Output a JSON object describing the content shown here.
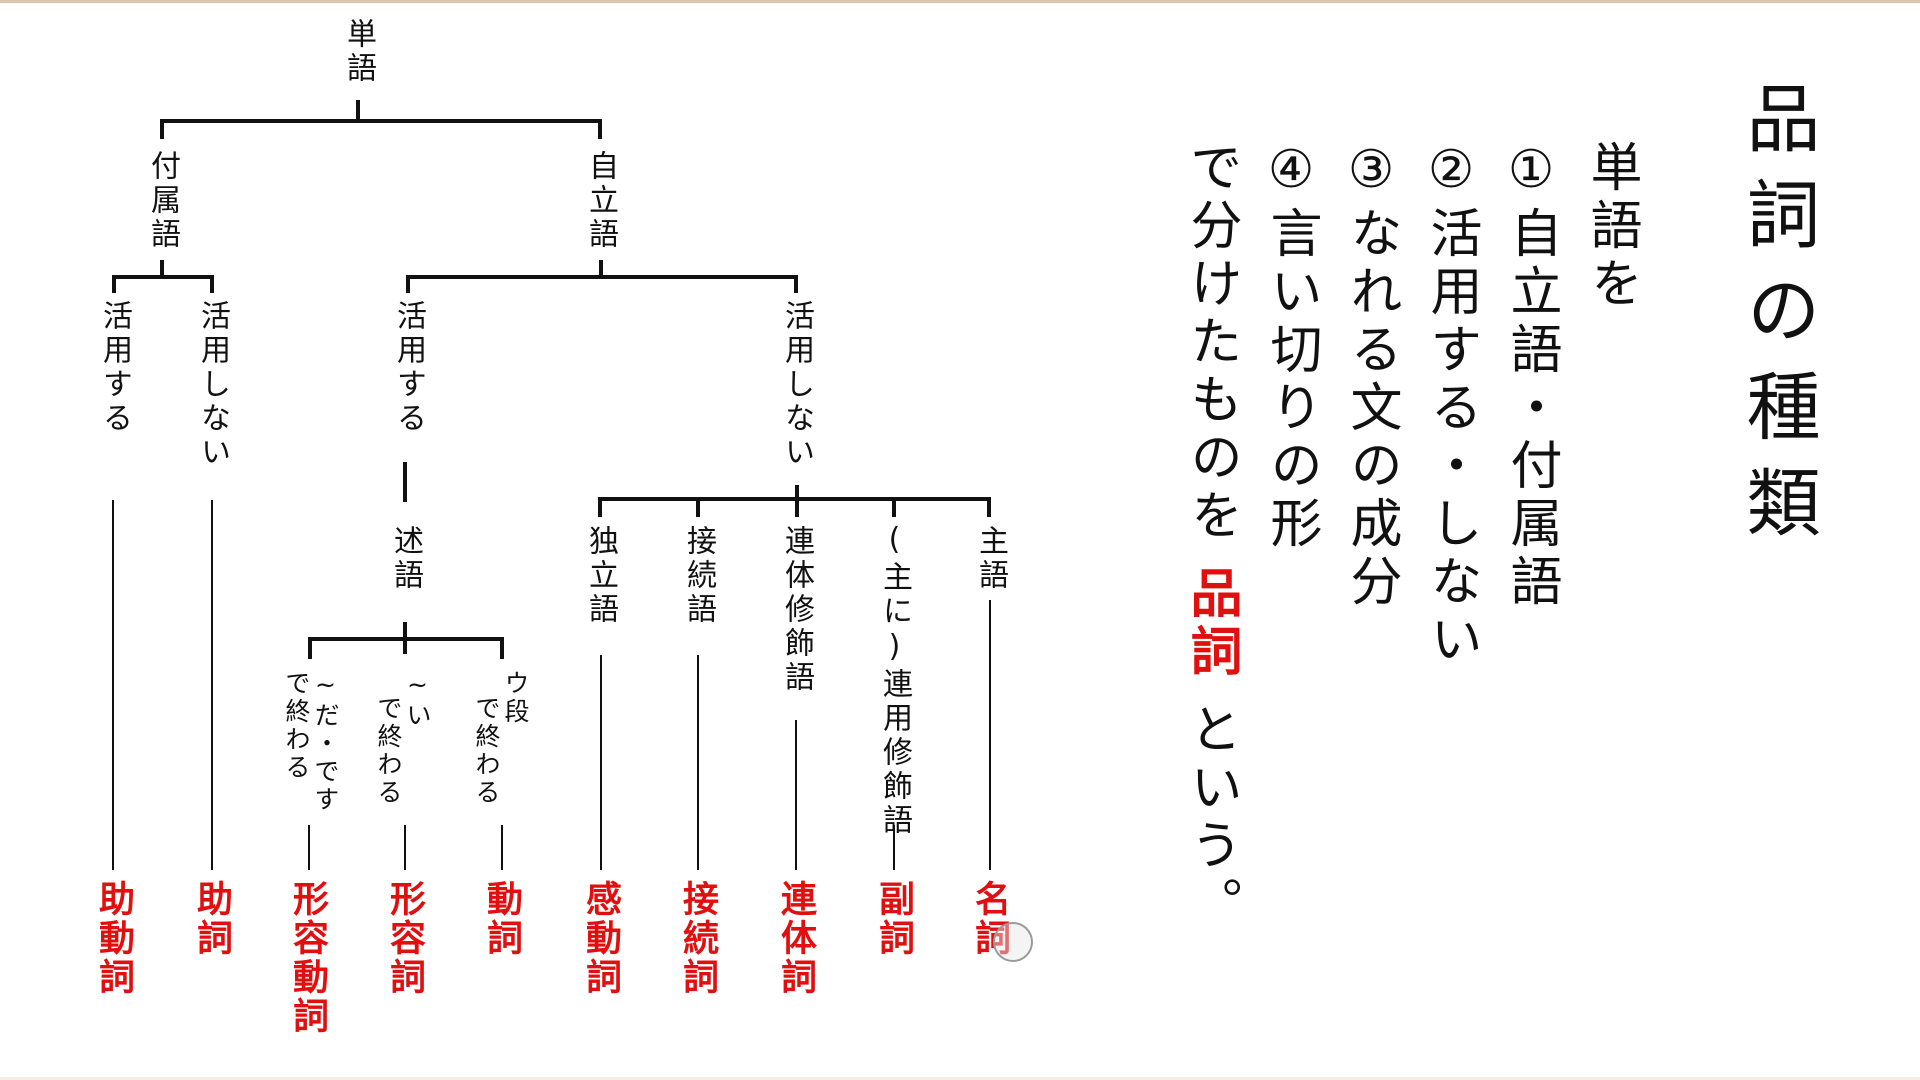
{
  "title": "品詞の種類",
  "explanation": {
    "lead": "単語を",
    "items": [
      {
        "num": "①",
        "text": "自立語・付属語"
      },
      {
        "num": "②",
        "text": "活用する・しない"
      },
      {
        "num": "③",
        "text": "なれる文の成分"
      },
      {
        "num": "④",
        "text": "言い切りの形"
      }
    ],
    "closing_pre": "で分けたものを",
    "closing_highlight": "品詞",
    "closing_post": "という。"
  },
  "tree": {
    "root": "単語",
    "fuzokugo": {
      "label": "付属語",
      "katsuyo_suru": "活用する",
      "katsuyo_shinai": "活用しない"
    },
    "jiritsugo": {
      "label": "自立語",
      "katsuyo_suru": "活用する",
      "katsuyo_shinai": "活用しない",
      "jutsugo": "述語",
      "endings": [
        "~だ・です で終わる",
        "~い で終わる",
        "ウ段 で終わる"
      ],
      "endings_lines": [
        [
          "で終わる",
          "~だ・です"
        ],
        [
          "で終わる",
          "~い"
        ],
        [
          "で終わる",
          "ウ段"
        ]
      ],
      "roles": [
        "独立語",
        "接続語",
        "連体修飾語",
        "(主に)連用修飾語",
        "主語"
      ]
    },
    "parts_of_speech": [
      "助動詞",
      "助詞",
      "形容動詞",
      "形容詞",
      "動詞",
      "感動詞",
      "接続詞",
      "連体詞",
      "副詞",
      "名詞"
    ]
  },
  "colors": {
    "text": "#111111",
    "highlight": "#e01010",
    "background": "#ffffff",
    "top_strip": "#d9c7ad"
  }
}
